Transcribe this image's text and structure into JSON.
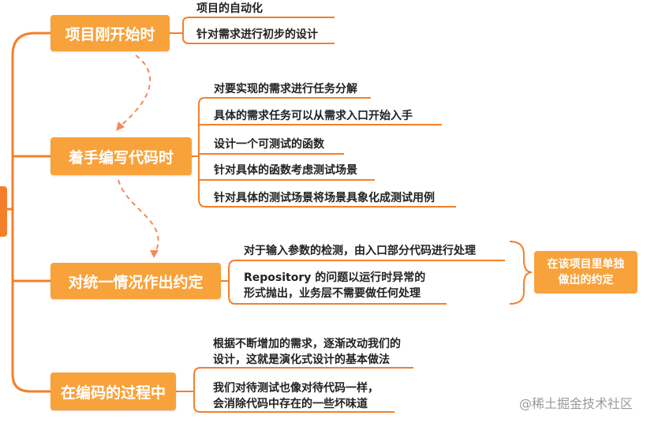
{
  "branches": [
    {
      "label": "项目刚开始时",
      "leaves": [
        {
          "lines": [
            "项目的自动化"
          ]
        },
        {
          "lines": [
            "针对需求进行初步的设计"
          ]
        }
      ]
    },
    {
      "label": "着手编写代码时",
      "leaves": [
        {
          "lines": [
            "对要实现的需求进行任务分解"
          ]
        },
        {
          "lines": [
            "具体的需求任务可以从需求入口开始入手"
          ]
        },
        {
          "lines": [
            "设计一个可测试的函数"
          ]
        },
        {
          "lines": [
            "针对具体的函数考虑测试场景"
          ]
        },
        {
          "lines": [
            "针对具体的测试场景将场景具象化成测试用例"
          ]
        }
      ]
    },
    {
      "label": "对统一情况作出约定",
      "leaves": [
        {
          "lines": [
            "对于输入参数的检测，由入口部分代码进行处理"
          ]
        },
        {
          "lines": [
            "Repository 的问题以运行时异常的",
            "形式抛出，业务层不需要做任何处理"
          ]
        }
      ]
    },
    {
      "label": "在编码的过程中",
      "leaves": [
        {
          "lines": [
            "根据不断增加的需求，逐渐改动我们的",
            "设计，这就是演化式设计的基本做法"
          ]
        },
        {
          "lines": [
            "我们对待测试也像对待代码一样，",
            "会消除代码中存在的一些坏味道"
          ]
        }
      ]
    }
  ],
  "note": {
    "lines": [
      "在该项目里单独",
      "做出的约定"
    ]
  },
  "watermark": "@稀土掘金技术社区",
  "colors": {
    "branch_fill": "#f8a23c",
    "line": "#f47f2a",
    "root": "#f47f2a",
    "leaf_text": "#222222",
    "watermark": "#9a9a9a"
  }
}
